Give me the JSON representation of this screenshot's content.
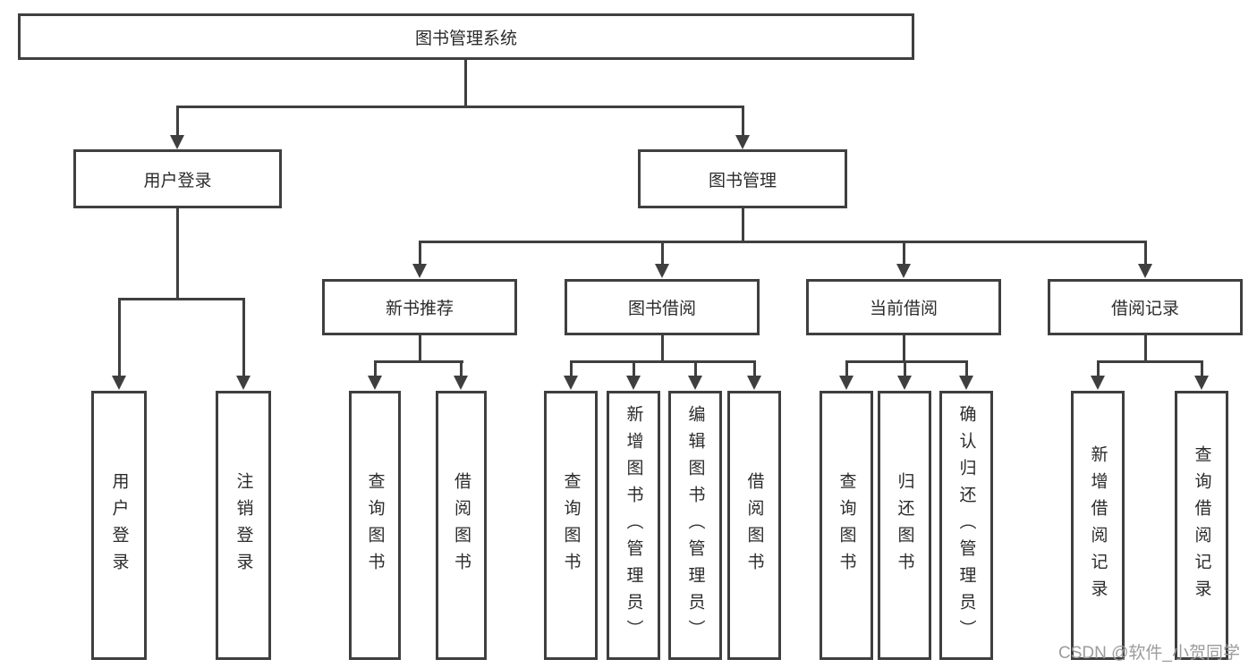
{
  "diagram": {
    "type": "hierarchy-tree",
    "line_color": "#3f3f3f",
    "text_color": "#2b2b2b",
    "background": "#ffffff"
  },
  "nodes": {
    "root": "图书管理系统",
    "user_login": "用户登录",
    "book_mgmt": "图书管理",
    "new_books": "新书推荐",
    "borrow": "图书借阅",
    "current": "当前借阅",
    "records": "借阅记录"
  },
  "leaves": {
    "user_login": [
      "用户登录",
      "注销登录"
    ],
    "new_books": [
      "查询图书",
      "借阅图书"
    ],
    "borrow": [
      "查询图书",
      "新增图书（管理员）",
      "编辑图书（管理员）",
      "借阅图书"
    ],
    "current": [
      "查询图书",
      "归还图书",
      "确认归还（管理员）"
    ],
    "records": [
      "新增借阅记录",
      "查询借阅记录"
    ]
  },
  "watermark": "CSDN @软件_小贺同学"
}
